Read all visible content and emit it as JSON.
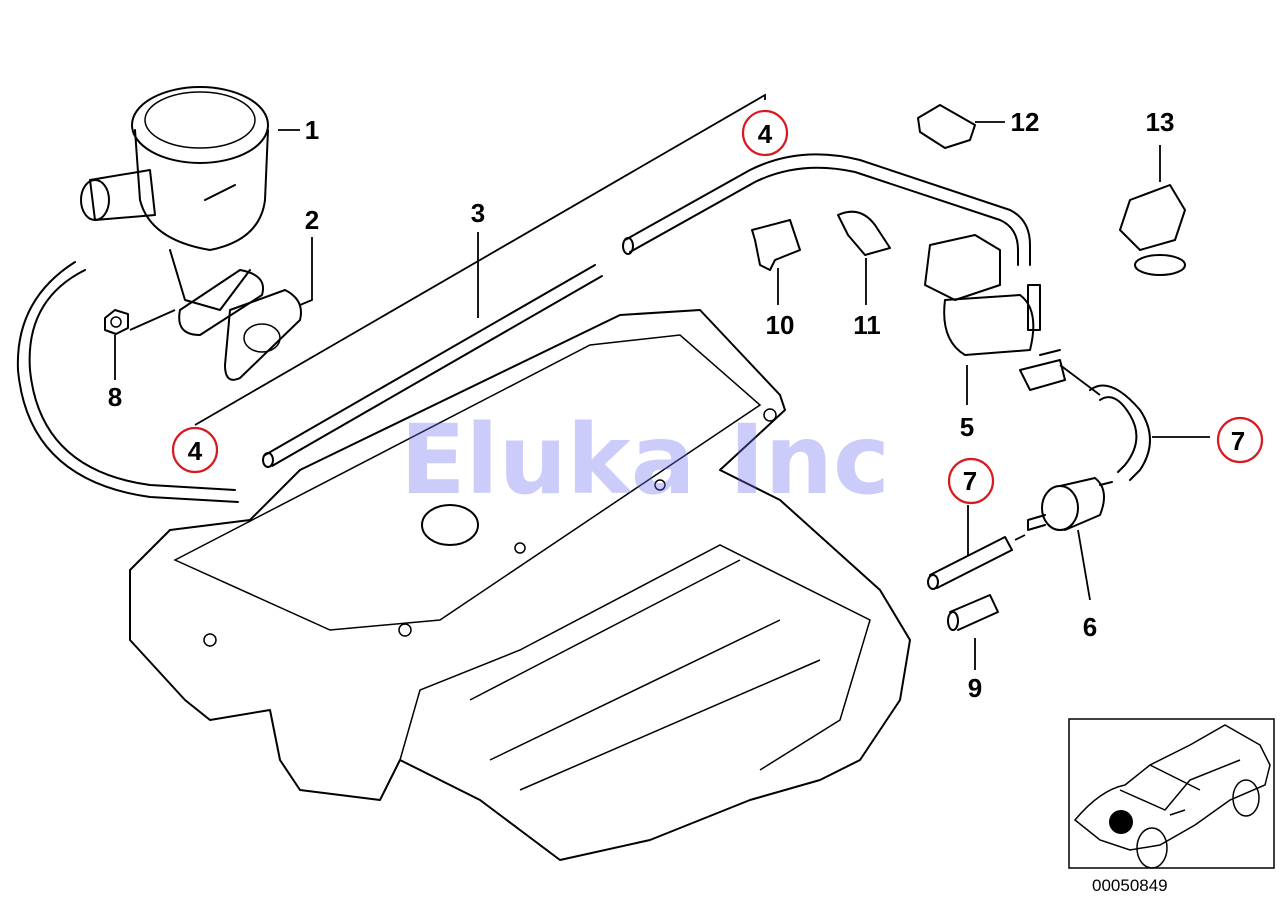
{
  "diagram": {
    "callouts": {
      "p1": "1",
      "p2": "2",
      "p3": "3",
      "p4a": "4",
      "p4b": "4",
      "p5": "5",
      "p6": "6",
      "p7a": "7",
      "p7b": "7",
      "p8": "8",
      "p9": "9",
      "p10": "10",
      "p11": "11",
      "p12": "12",
      "p13": "13"
    },
    "highlight_color": "#d71920",
    "watermark": "Eluka Inc",
    "reference_number": "00050849"
  }
}
